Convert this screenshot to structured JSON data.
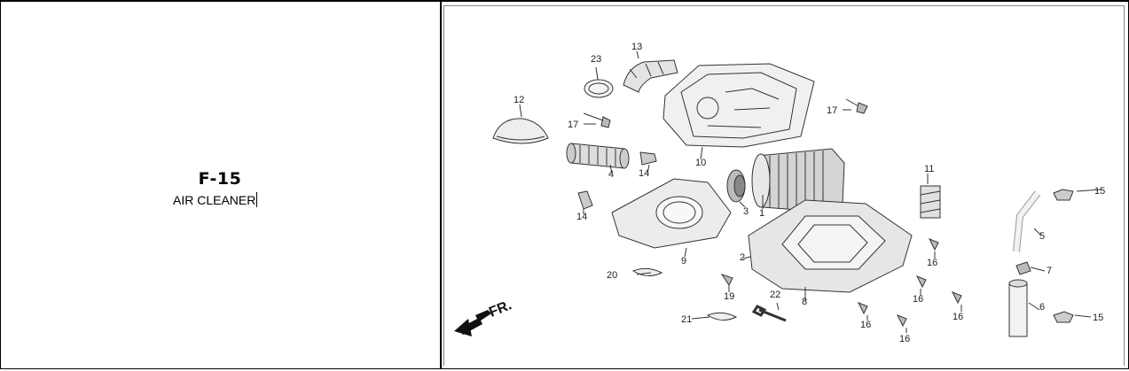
{
  "figure": {
    "code": "F-15",
    "name": "AIR CLEANER"
  },
  "diagram": {
    "direction_label": "FR.",
    "callouts": [
      "1",
      "2",
      "3",
      "4",
      "5",
      "6",
      "7",
      "8",
      "9",
      "10",
      "11",
      "12",
      "13",
      "14",
      "14",
      "15",
      "15",
      "16",
      "16",
      "16",
      "16",
      "16",
      "17",
      "17",
      "19",
      "20",
      "21",
      "22",
      "23"
    ]
  }
}
